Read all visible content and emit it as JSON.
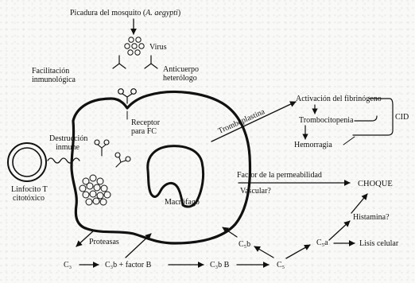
{
  "labels": {
    "mosquito_bite_prefix": "Picadura del mosquito (",
    "mosquito_species": "A. aegypti",
    "mosquito_bite_suffix": ")",
    "virus": "Virus",
    "immune_facilitation_line1": "Facilitación",
    "immune_facilitation_line2": "inmunológica",
    "antibody_line1": "Anticuerpo",
    "antibody_line2": "heterólogo",
    "fc_receptor_line1": "Receptor",
    "fc_receptor_line2": "para FC",
    "thromboplastin": "Tromboplastina",
    "fibrinogen_activation": "Activación del fibrinógeno",
    "thrombocytopenia": "Trombocitopenia",
    "cid": "CID",
    "hemorrhage": "Hemorragia",
    "immune_destruction_line1": "Destrucción",
    "immune_destruction_line2": "inmune",
    "cytotoxic_t_line1": "Linfocito T",
    "cytotoxic_t_line2": "citotóxico",
    "macrophage": "Macrófago",
    "permeability_factor": "Factor de la permeabilidad",
    "vascular": "Vascular?",
    "shock": "CHOQUE",
    "histamine": "Histamina?",
    "cell_lysis": "Lisis celular",
    "proteases": "Proteasas",
    "c3": "C₃",
    "c3b_factor_b": "C₃b + factor B",
    "c3b_b": "C₃b B",
    "c5": "C₅",
    "c5b": "C₅b",
    "c5a": "C₅a"
  }
}
